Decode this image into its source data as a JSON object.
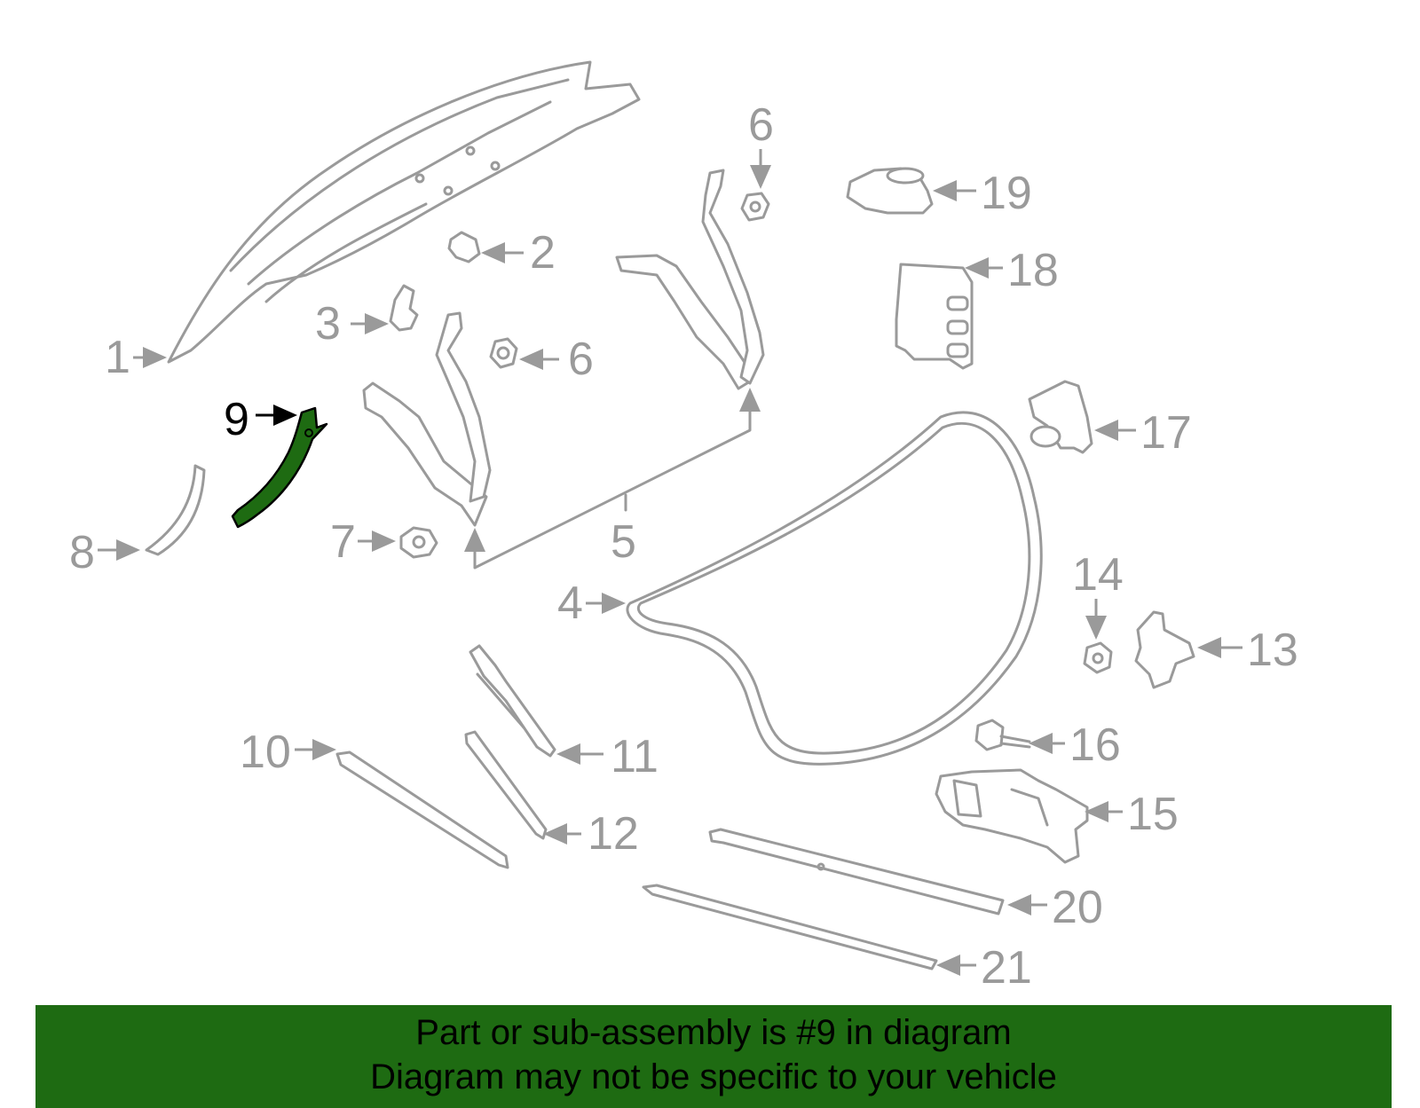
{
  "diagram": {
    "highlight_color": "#1e6b12",
    "part_color": "#9a9a9a",
    "highlighted_callout": "9",
    "callouts": {
      "c1": "1",
      "c2": "2",
      "c3": "3",
      "c4": "4",
      "c5": "5",
      "c6a": "6",
      "c6b": "6",
      "c7": "7",
      "c8": "8",
      "c9": "9",
      "c10": "10",
      "c11": "11",
      "c12": "12",
      "c13": "13",
      "c14": "14",
      "c15": "15",
      "c16": "16",
      "c17": "17",
      "c18": "18",
      "c19": "19",
      "c20": "20",
      "c21": "21"
    }
  },
  "banner": {
    "line1": "Part or sub-assembly is #9 in diagram",
    "line2": "Diagram may not be specific to your vehicle"
  }
}
